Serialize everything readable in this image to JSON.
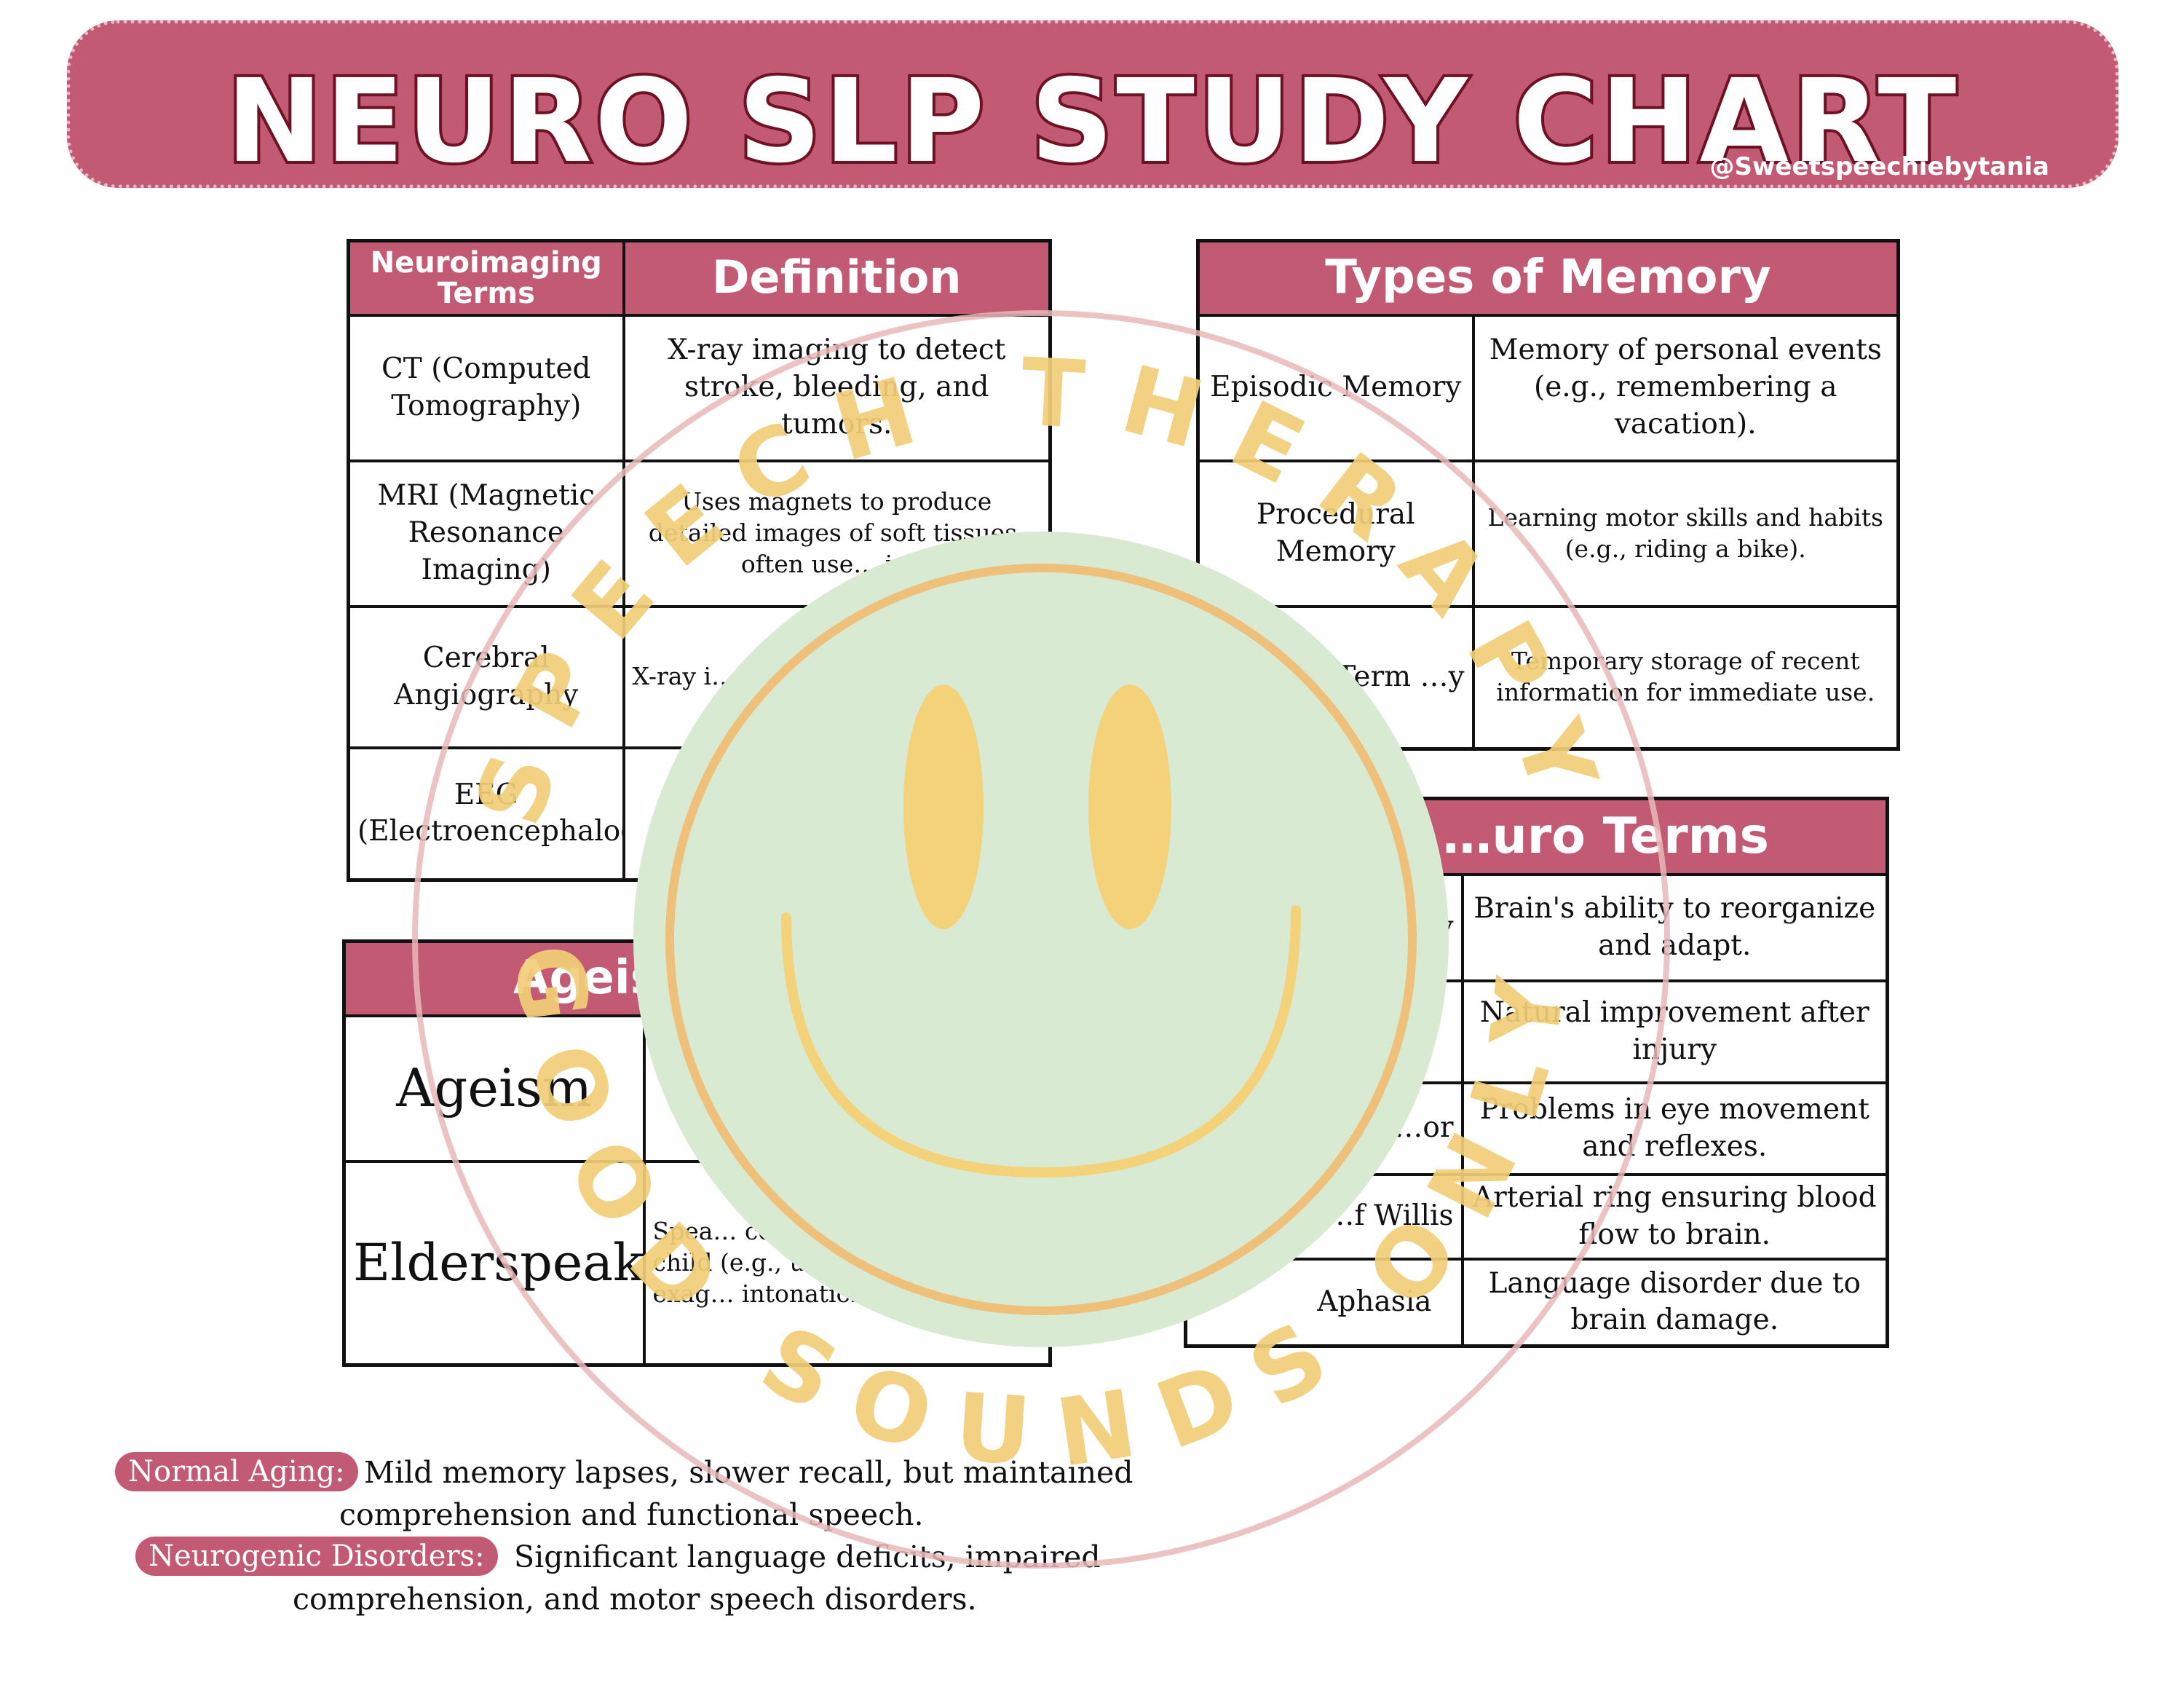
{
  "header": {
    "title": "NEURO SLP STUDY  CHART",
    "handle": "@Sweetspeechiebytania"
  },
  "neuroimaging": {
    "headers": [
      "Neuroimaging Terms",
      "Definition"
    ],
    "rows": [
      [
        "CT (Computed Tomography)",
        "X-ray imaging to detect stroke, bleeding, and tumors."
      ],
      [
        "MRI (Magnetic Resonance Imaging)",
        "Uses magnets to produce detailed images of soft tissues, often use… in…"
      ],
      [
        "Cerebral Angiography",
        "X-ray i… vessel… usefu…"
      ],
      [
        "EEG (Electroencephalography)",
        ""
      ]
    ]
  },
  "memory": {
    "header": "Types of Memory",
    "rows": [
      [
        "Episodic Memory",
        "Memory of personal events (e.g., remembering a vacation)."
      ],
      [
        "Procedural Memory",
        "Learning motor skills and habits (e.g., riding a bike)."
      ],
      [
        "…Term …y",
        "Temporary storage of recent information for immediate use."
      ]
    ]
  },
  "ageism": {
    "header": "Ageis…",
    "rows": [
      [
        "Ageism",
        ""
      ],
      [
        "Elderspeak",
        "Spea… condesc… how one… child (e.g., usi… vocabulary or exag… intonation)."
      ]
    ]
  },
  "neuro_terms": {
    "header": "…uro Terms",
    "rows": [
      [
        "…y",
        "Brain's ability to reorganize and adapt."
      ],
      [
        "",
        "Natural improvement after injury"
      ],
      [
        "…or",
        "Problems in eye movement and reflexes."
      ],
      [
        "…f Willis",
        "Arterial ring ensuring blood flow to brain."
      ],
      [
        "Aphasia",
        "Language disorder due to brain damage."
      ]
    ]
  },
  "notes": {
    "normal_label": "Normal Aging:",
    "normal_text_1": "Mild memory lapses, slower recall, but maintained",
    "normal_text_2": "comprehension and functional speech.",
    "neuro_label": "Neurogenic Disorders:",
    "neuro_text_1": "Significant language deficits, impaired",
    "neuro_text_2": "comprehension, and motor speech disorders."
  },
  "watermark": {
    "text_top": "SPEECH THERAPY",
    "text_bottom": "GOOD SOUNDS ONLY",
    "icon": "smiley-face-icon",
    "colors": {
      "ring": "#e9b8b8",
      "face": "#d9ead3",
      "features": "#f3d27a",
      "inner_ring": "#efc07a",
      "text": "#f1cf78"
    }
  },
  "colors": {
    "accent": "#c25a73",
    "outline": "#6e1122"
  }
}
